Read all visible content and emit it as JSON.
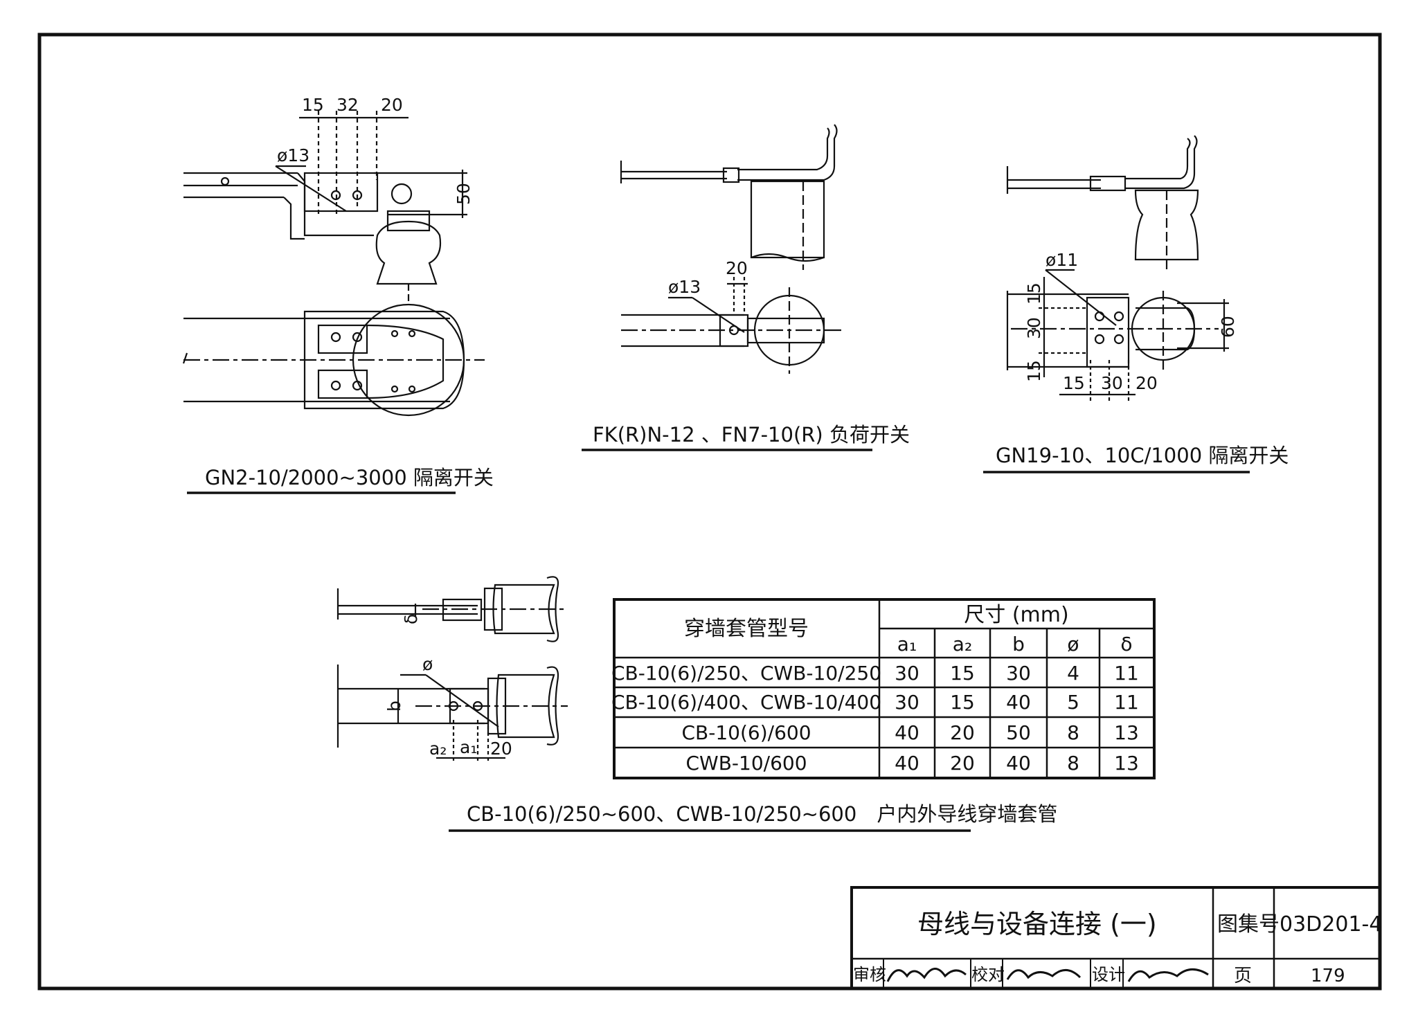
{
  "drawings": {
    "gn2": {
      "caption": "GN2-10/2000~3000 隔离开关",
      "dims": [
        "15",
        "32",
        "20",
        "50"
      ],
      "hole": "ø13"
    },
    "fk": {
      "caption": "FK(R)N-12 、FN7-10(R) 负荷开关",
      "dims": [
        "20"
      ],
      "hole": "ø13"
    },
    "gn19": {
      "caption": "GN19-10、10C/1000 隔离开关",
      "dims": [
        "15",
        "30",
        "15",
        "60",
        "15",
        "30",
        "20"
      ],
      "hole": "ø11"
    },
    "bushing": {
      "caption": "CB-10(6)/250~600、CWB-10/250~600　户内外导线穿墙套管",
      "labels": {
        "delta": "δ",
        "phi": "ø",
        "b": "b",
        "a2": "a₂",
        "a1": "a₁",
        "dim20": "20"
      }
    }
  },
  "table": {
    "col0_header": "穿墙套管型号",
    "group_header": "尺寸 (mm)",
    "sub_headers": [
      "a₁",
      "a₂",
      "b",
      "ø",
      "δ"
    ],
    "rows": [
      {
        "model": "CB-10(6)/250、CWB-10/250",
        "values": [
          "30",
          "15",
          "30",
          "4",
          "11"
        ]
      },
      {
        "model": "CB-10(6)/400、CWB-10/400",
        "values": [
          "30",
          "15",
          "40",
          "5",
          "11"
        ]
      },
      {
        "model": "CB-10(6)/600",
        "values": [
          "40",
          "20",
          "50",
          "8",
          "13"
        ]
      },
      {
        "model": "CWB-10/600",
        "values": [
          "40",
          "20",
          "40",
          "8",
          "13"
        ]
      }
    ]
  },
  "title_block": {
    "title": "母线与设备连接 (一)",
    "atlas_label": "图集号",
    "atlas_no": "03D201-4",
    "review_label": "审核",
    "check_label": "校对",
    "design_label": "设计",
    "page_label": "页",
    "page_no": "179"
  }
}
